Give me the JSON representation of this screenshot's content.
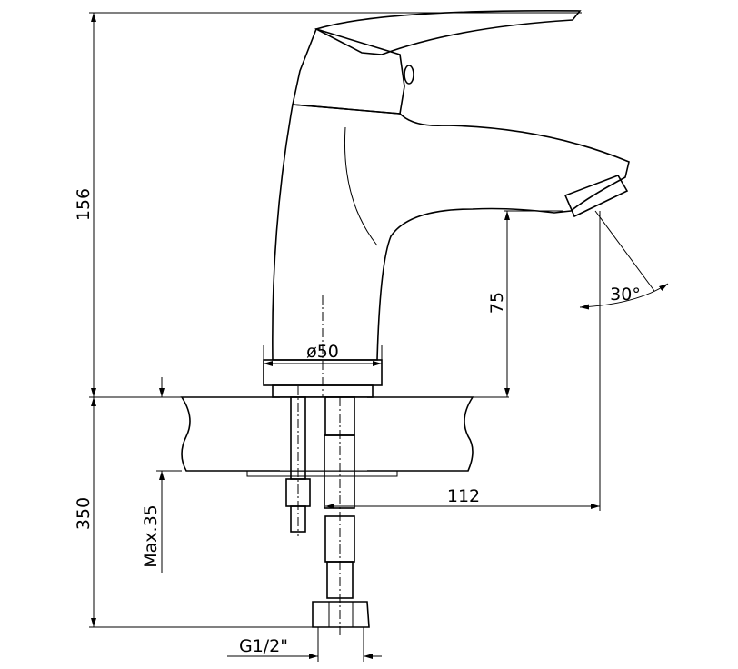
{
  "dimensions": {
    "total_height": "156",
    "spout_height": "75",
    "spout_angle": "30°",
    "base_diameter": "ø50",
    "spout_reach": "112",
    "hose_length": "350",
    "max_counter_thickness": "Max.35",
    "connection_thread": "G1/2\""
  }
}
